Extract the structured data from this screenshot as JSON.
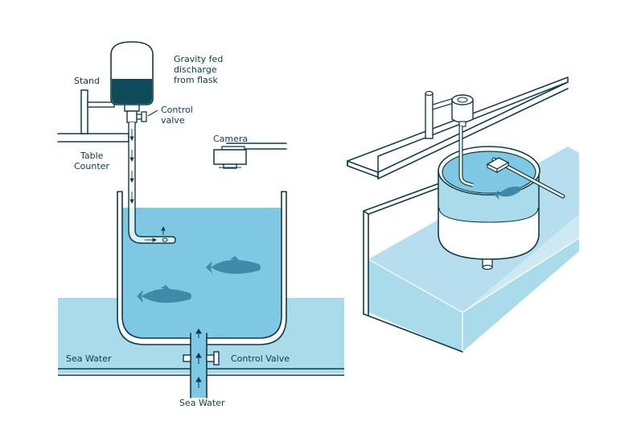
{
  "left_diagram": {
    "labels": {
      "flask": [
        "Gravity fed",
        "discharge",
        "from flask"
      ],
      "stand": "Stand",
      "control_valve_top": [
        "Control",
        "valve"
      ],
      "table_counter": [
        "Table",
        "Counter"
      ],
      "camera": "Camera",
      "sea_water_left": "Sea Water",
      "control_valve_bottom": "Control Valve",
      "sea_water_bottom": "Sea Water"
    }
  },
  "colors": {
    "outline": "#0d3b4a",
    "tank_water": "#7ec8e3",
    "sea_band": "#a9dbea",
    "fish": "#3f8aa8",
    "flask_liquid": "#0d4a5a",
    "floor_light": "#cfe9f3",
    "floor_mid": "#b6deee"
  },
  "icons": [
    "flask-icon",
    "camera-icon",
    "fish-icon",
    "valve-icon",
    "tank-icon"
  ]
}
